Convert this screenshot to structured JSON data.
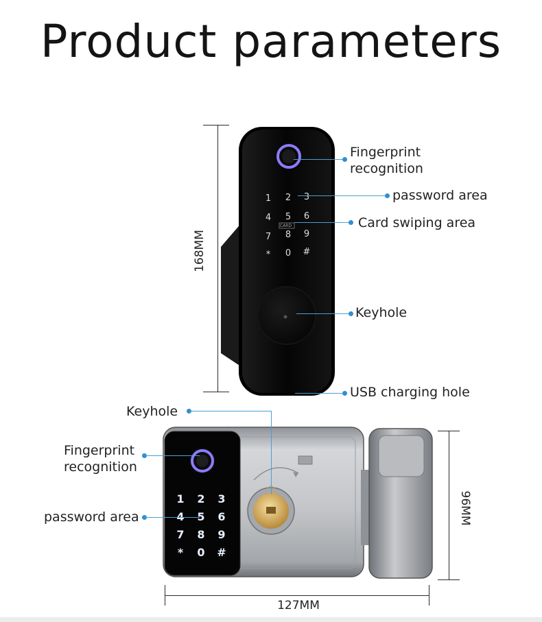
{
  "title": "Product parameters",
  "top_lock": {
    "labels": {
      "fingerprint_line1": "Fingerprint",
      "fingerprint_line2": "recognition",
      "password": "password area",
      "card": "Card swiping area",
      "keyhole": "Keyhole",
      "usb": "USB charging hole"
    },
    "height_dim": "168MM",
    "keypad": [
      "1",
      "2",
      "3",
      "4",
      "5",
      "6",
      "7",
      "8",
      "9",
      "*",
      "0",
      "#"
    ],
    "card_tag": "CARD"
  },
  "bottom_lock": {
    "labels": {
      "keyhole": "Keyhole",
      "fingerprint_line1": "Fingerprint",
      "fingerprint_line2": "recognition",
      "password": "password area"
    },
    "height_dim": "96MM",
    "width_dim": "127MM",
    "keypad": [
      "1",
      "2",
      "3",
      "4",
      "5",
      "6",
      "7",
      "8",
      "9",
      "*",
      "0",
      "#"
    ]
  },
  "colors": {
    "accent": "#2f8fd0",
    "fingerprint_ring": "#8b7cff",
    "lock_body": "#0d0d0d",
    "steel": "#bfc2c6"
  }
}
